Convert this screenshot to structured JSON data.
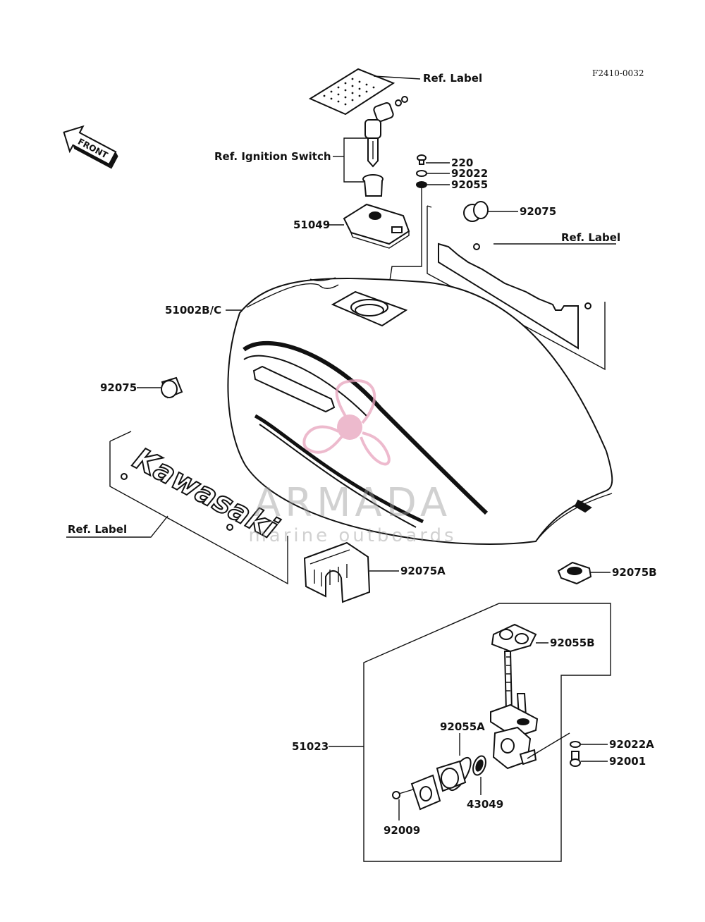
{
  "figure_id": "F2410-0032",
  "front_arrow": "FRONT",
  "labels": {
    "ref_label_top": "Ref. Label",
    "ref_ignition_switch": "Ref. Ignition Switch",
    "p220": "220",
    "p92022": "92022",
    "p92055": "92055",
    "p92075_right": "92075",
    "p51049": "51049",
    "ref_label_right": "Ref. Label",
    "p51002": "51002B/C",
    "p92075_left": "92075",
    "ref_label_left": "Ref. Label",
    "p92075A": "92075A",
    "p92075B": "92075B",
    "p92055B": "92055B",
    "p92055A": "92055A",
    "p51023": "51023",
    "p92022A": "92022A",
    "p92001": "92001",
    "p43049": "43049",
    "p92009": "92009"
  },
  "decal_text": "Kawasaki",
  "watermark": {
    "brand": "ARMADA",
    "tagline": "marine outboards",
    "color": "#e8a3bd"
  }
}
